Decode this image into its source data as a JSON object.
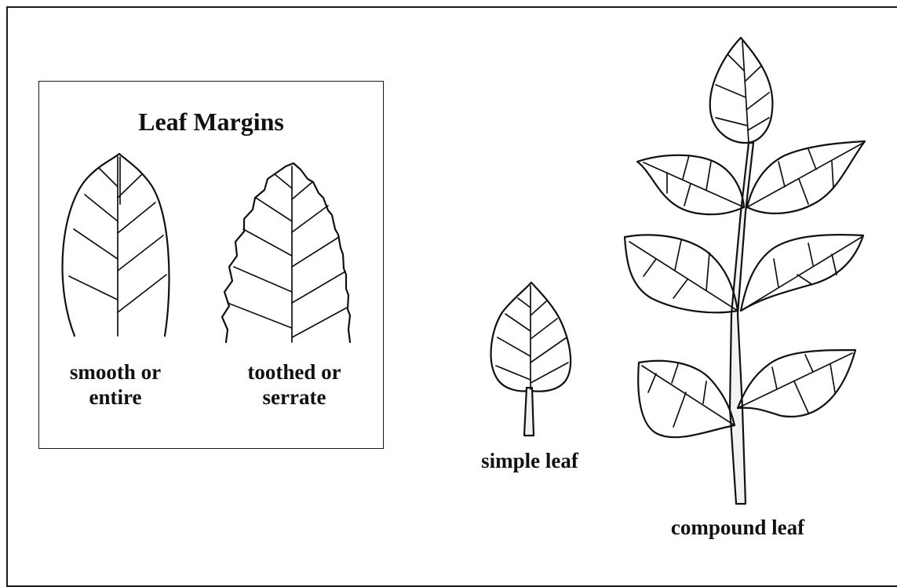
{
  "inset": {
    "title": "Leaf Margins",
    "smooth_caption_1": "smooth or",
    "smooth_caption_2": "entire",
    "toothed_caption_1": "toothed or",
    "toothed_caption_2": "serrate"
  },
  "simple_caption": "simple leaf",
  "compound_caption": "compound leaf",
  "colors": {
    "ink": "#111111",
    "background": "#ffffff"
  },
  "illustrations": [
    "smooth-leaf-drawing",
    "serrate-leaf-drawing",
    "simple-leaf-drawing",
    "compound-leaf-drawing"
  ]
}
